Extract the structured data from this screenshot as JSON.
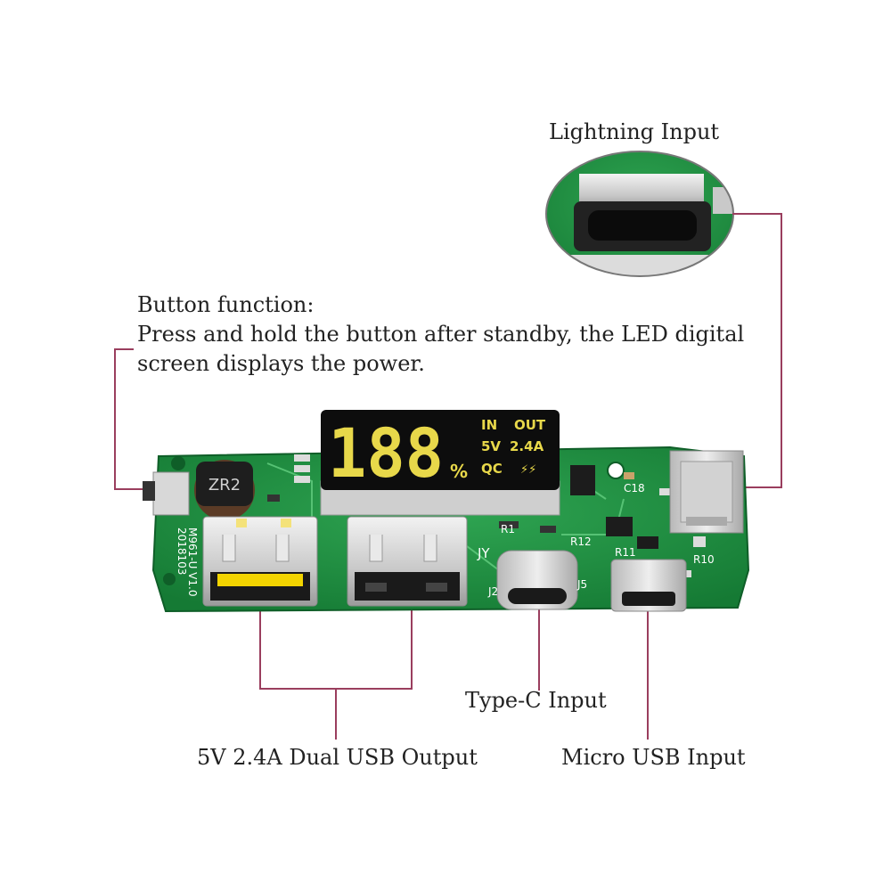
{
  "labels": {
    "lightning_input": "Lightning Input",
    "button_title": "Button function:",
    "button_line1": "Press and hold the button after standby, the LED digital",
    "button_line2": "screen displays the power.",
    "typec_input": "Type-C Input",
    "usb_output": "5V 2.4A Dual USB Output",
    "micro_usb_input": "Micro USB Input"
  },
  "display": {
    "digits": "188",
    "percent": "%",
    "in": "IN",
    "out": "OUT",
    "volt": "5V",
    "amp": "2.4A",
    "qc": "QC",
    "bolt": "⚡⚡"
  },
  "silkscreen": {
    "inductor": "ZR2",
    "board_code": "M961-U V1.0",
    "date": "2018103",
    "j2": "J2",
    "j5": "J5",
    "r1": "R1",
    "jy": "JY",
    "r12": "R12",
    "r11": "R11",
    "r10": "R10",
    "c18": "C18"
  },
  "colors": {
    "leader_line": "#9a3e5e",
    "pcb": "#1e8a3e",
    "display_digits": "#e8d84a"
  }
}
